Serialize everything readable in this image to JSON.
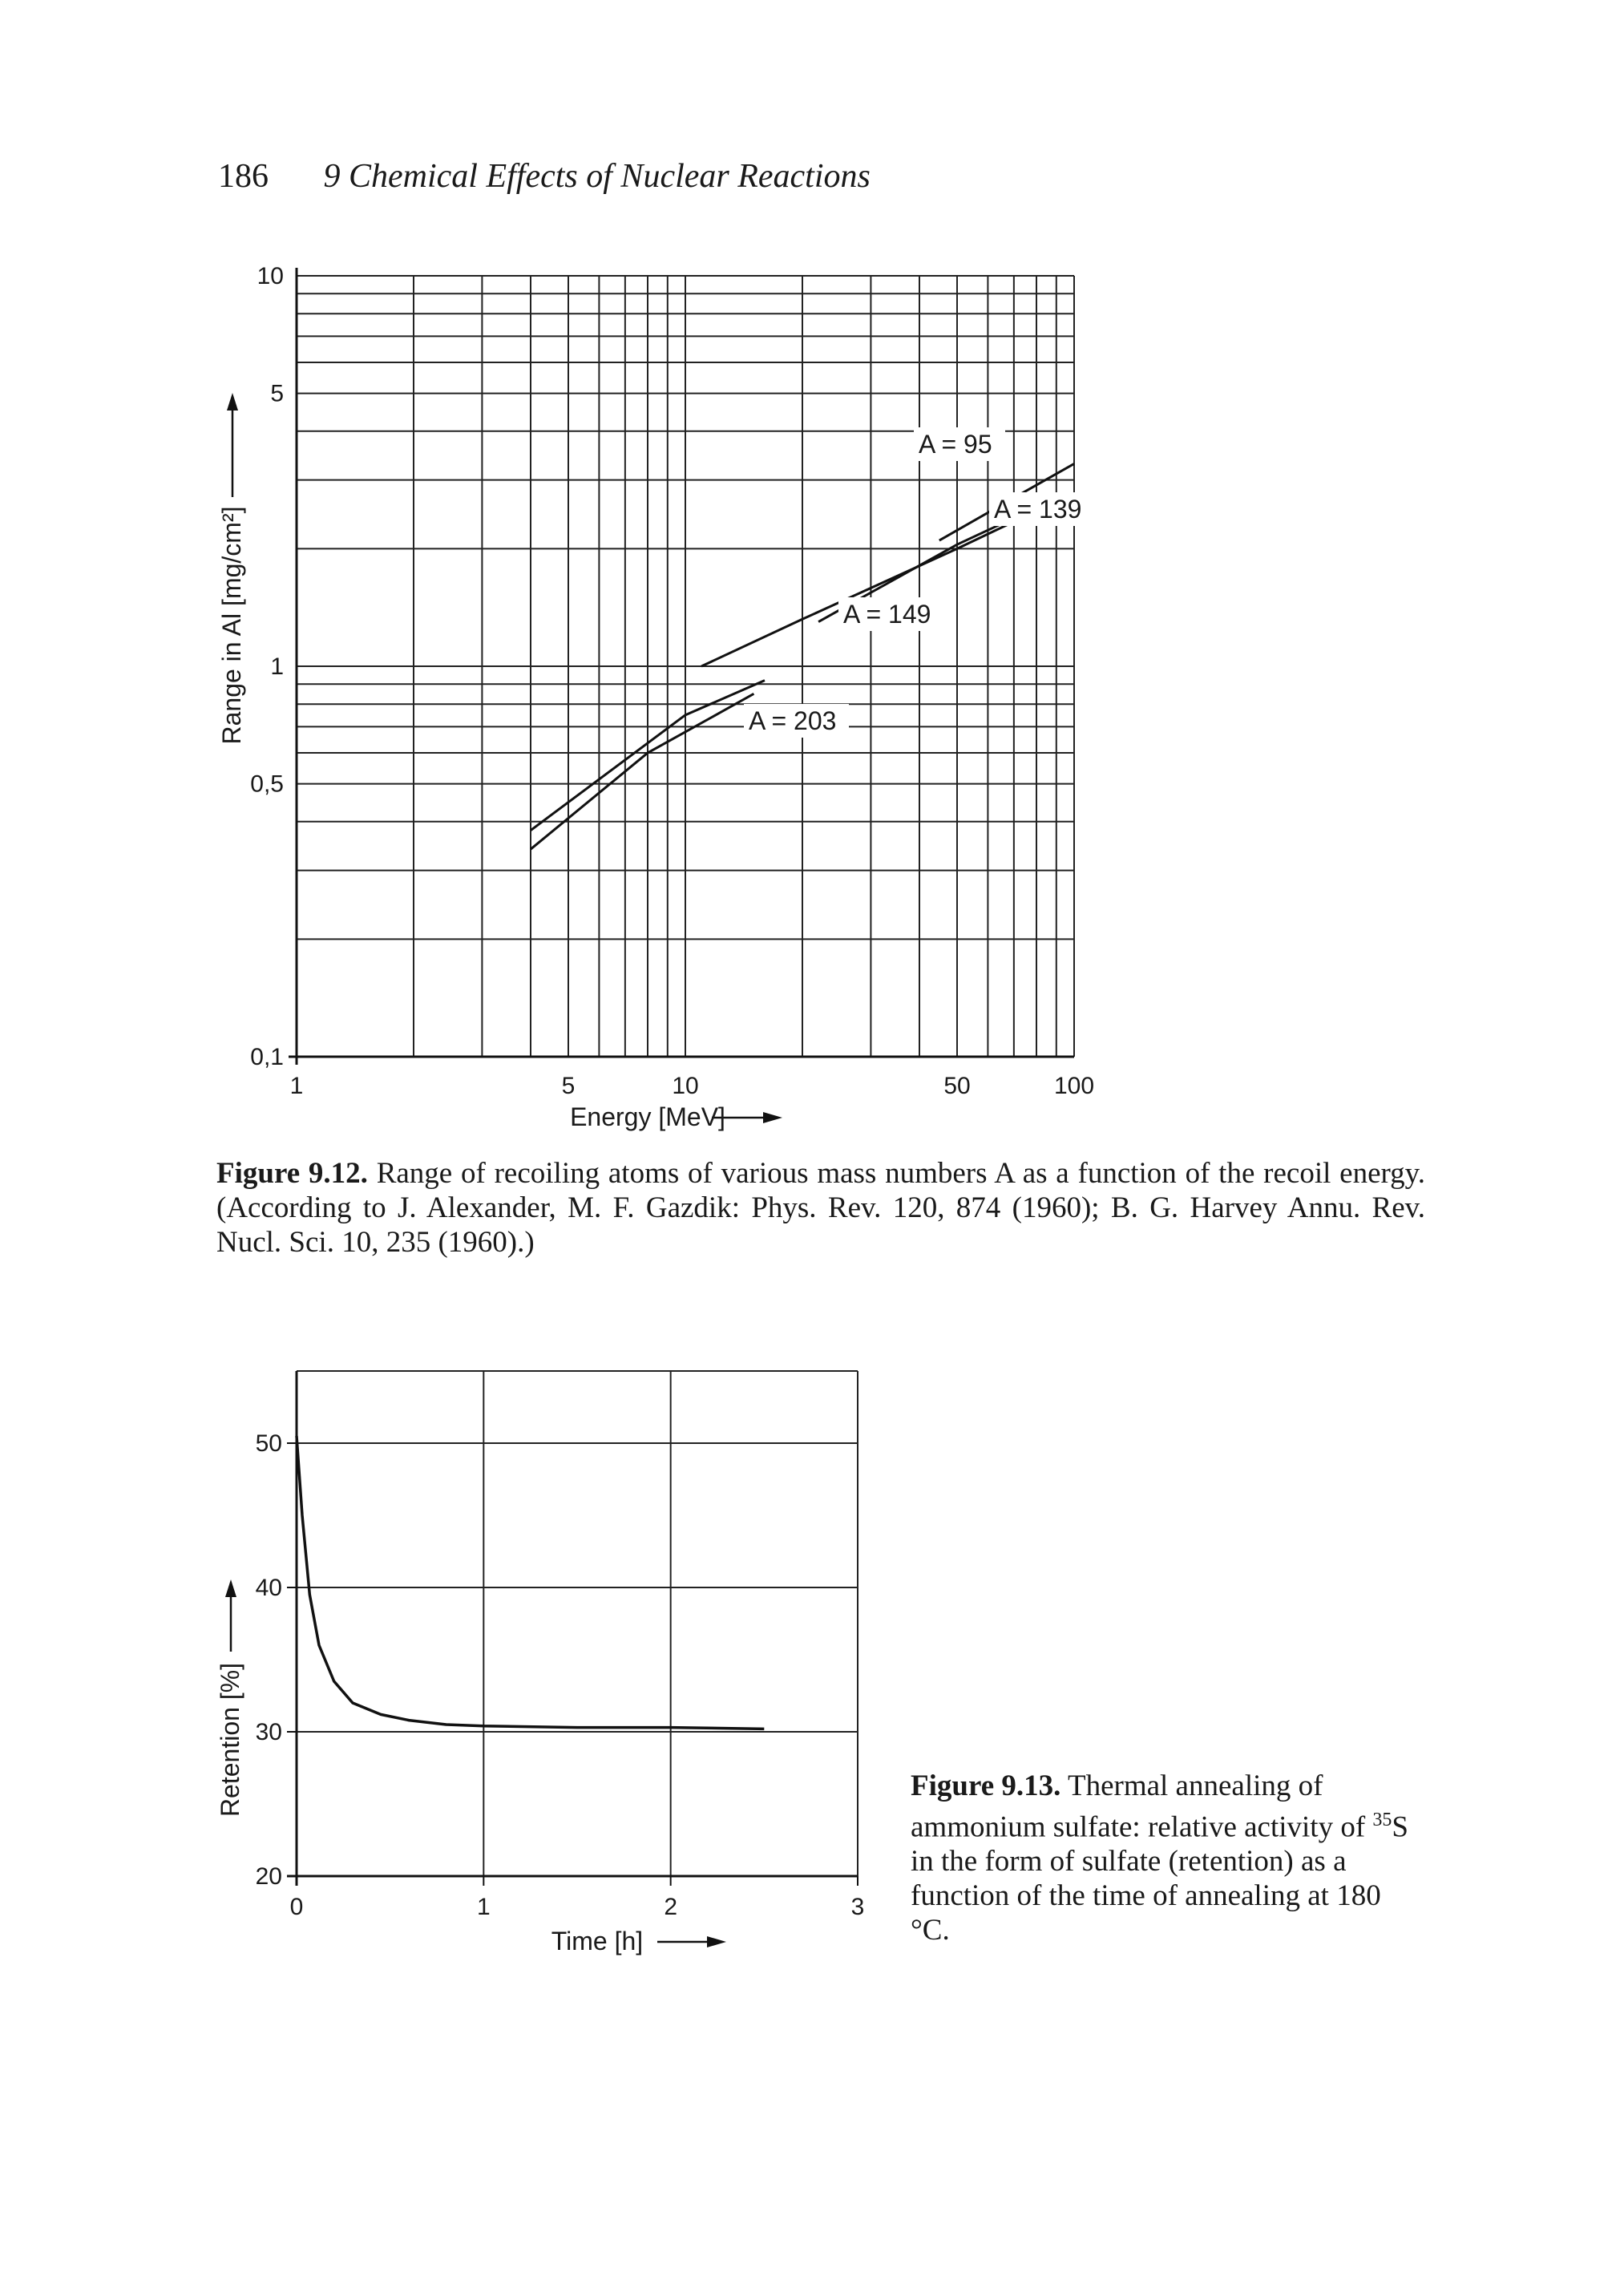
{
  "header": {
    "page_number": "186",
    "running_title": "9 Chemical Effects of Nuclear Reactions"
  },
  "figures": [
    {
      "caption_label": "Figure 9.12.",
      "caption_text": "Range of recoiling atoms of various mass numbers A as a function of the recoil energy. (According to J. Alexander, M. F. Gazdik: Phys. Rev. 120, 874 (1960); B. G. Harvey Annu. Rev. Nucl. Sci. 10, 235 (1960).)"
    },
    {
      "caption_label": "Figure 9.13.",
      "caption_text_before_sup": "Thermal annealing of ammonium sulfate: relative activity of ",
      "caption_sup": "35",
      "caption_text_after_sup": "S in the form of sulfate (retention) as a function of the time of annealing at 180 °C."
    }
  ],
  "chart_data": [
    {
      "type": "line",
      "title": "",
      "xlabel": "Energy [MeV]",
      "ylabel": "Range in Al [mg/cm²]",
      "x_scale": "log",
      "y_scale": "log",
      "xlim": [
        1,
        100
      ],
      "ylim": [
        0.1,
        10
      ],
      "x_ticks": [
        {
          "value": 1,
          "label": "1"
        },
        {
          "value": 5,
          "label": "5"
        },
        {
          "value": 10,
          "label": "10"
        },
        {
          "value": 50,
          "label": "50"
        },
        {
          "value": 100,
          "label": "100"
        }
      ],
      "y_ticks": [
        {
          "value": 0.1,
          "label": "0,1"
        },
        {
          "value": 0.5,
          "label": "0,5"
        },
        {
          "value": 1,
          "label": "1"
        },
        {
          "value": 5,
          "label": "5"
        },
        {
          "value": 10,
          "label": "10"
        }
      ],
      "grid": true,
      "series": [
        {
          "name": "A = 95",
          "x": [
            45,
            70,
            100
          ],
          "y": [
            2.1,
            2.7,
            3.3
          ]
        },
        {
          "name": "A = 139",
          "x": [
            22,
            50,
            80
          ],
          "y": [
            1.3,
            2.05,
            2.55
          ]
        },
        {
          "name": "A = 149",
          "x": [
            11,
            20,
            50,
            80
          ],
          "y": [
            1.0,
            1.32,
            2.0,
            2.5
          ]
        },
        {
          "name": "A = 203",
          "x": [
            4,
            10,
            16
          ],
          "y": [
            0.38,
            0.75,
            0.92
          ]
        },
        {
          "name": "",
          "x": [
            4,
            8,
            15
          ],
          "y": [
            0.34,
            0.6,
            0.85
          ]
        }
      ],
      "annotations": [
        "A = 95",
        "A = 139",
        "A = 149",
        "A = 203"
      ]
    },
    {
      "type": "line",
      "title": "",
      "xlabel": "Time [h]",
      "ylabel": "Retention [%]",
      "xlim": [
        0,
        3
      ],
      "ylim": [
        20,
        55
      ],
      "x_ticks": [
        {
          "value": 0,
          "label": "0"
        },
        {
          "value": 1,
          "label": "1"
        },
        {
          "value": 2,
          "label": "2"
        },
        {
          "value": 3,
          "label": "3"
        }
      ],
      "y_ticks": [
        {
          "value": 20,
          "label": "20"
        },
        {
          "value": 30,
          "label": "30"
        },
        {
          "value": 40,
          "label": "40"
        },
        {
          "value": 50,
          "label": "50"
        }
      ],
      "grid": true,
      "series": [
        {
          "name": "",
          "x": [
            0,
            0.03,
            0.07,
            0.12,
            0.2,
            0.3,
            0.45,
            0.6,
            0.8,
            1.0,
            1.5,
            2.0,
            2.5
          ],
          "y": [
            50.5,
            45,
            39.5,
            36,
            33.5,
            32,
            31.2,
            30.8,
            30.5,
            30.4,
            30.3,
            30.3,
            30.2
          ]
        }
      ]
    }
  ]
}
